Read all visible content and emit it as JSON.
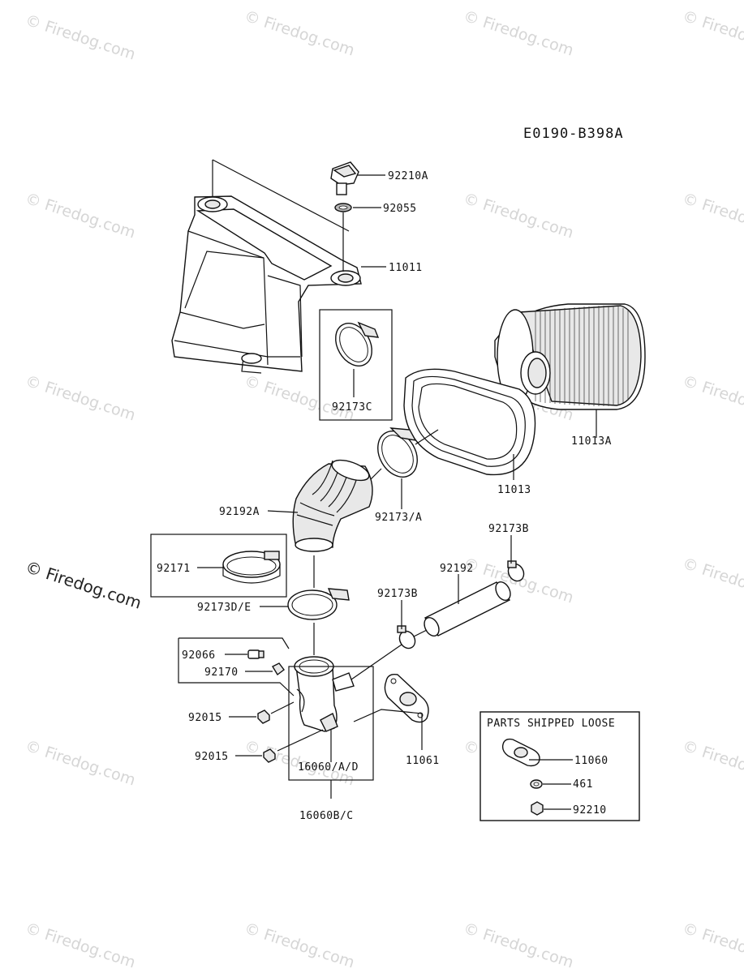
{
  "diagram_code": "E0190-B398A",
  "copyright_watermark": "© Firedog.com",
  "box_title": "PARTS SHIPPED LOOSE",
  "labels": {
    "p92210A": "92210A",
    "p92055": "92055",
    "p11011": "11011",
    "p92173C": "92173C",
    "p11013A": "11013A",
    "p11013": "11013",
    "p92192A": "92192A",
    "p92173A": "92173/A",
    "p92171": "92171",
    "p92173B_top": "92173B",
    "p92192": "92192",
    "p92173B_mid": "92173B",
    "p92173DE": "92173D/E",
    "p92066": "92066",
    "p92170": "92170",
    "p92015_a": "92015",
    "p92015_b": "92015",
    "p16060AD": "16060/A/D",
    "p11061": "11061",
    "p16060BC": "16060B/C",
    "p11060": "11060",
    "p461": "461",
    "p92210": "92210"
  }
}
